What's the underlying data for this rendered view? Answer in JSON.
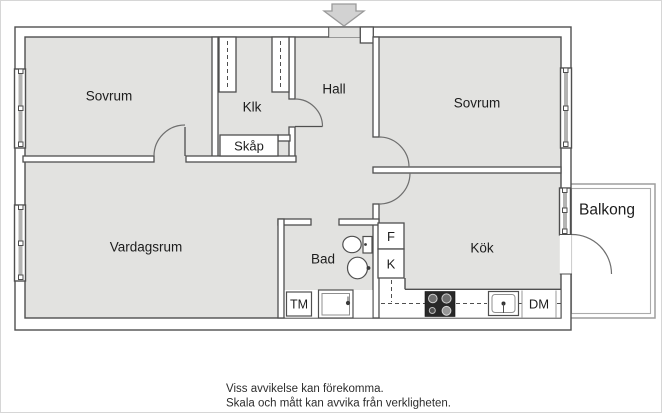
{
  "floorplan": {
    "rooms": {
      "sovrum_left": "Sovrum",
      "klk": "Klk",
      "hall": "Hall",
      "sovrum_right": "Sovrum",
      "skap": "Skåp",
      "vardagsrum": "Vardagsrum",
      "bad": "Bad",
      "kok": "Kök",
      "balkong": "Balkong"
    },
    "appliances": {
      "freezer": "F",
      "fridge": "K",
      "washing_machine": "TM",
      "dishwasher": "DM"
    },
    "disclaimer": [
      "Viss avvikelse kan förekomma.",
      "Skala och mått kan avvika från verkligheten."
    ],
    "colors": {
      "floor": "#e2e2e0",
      "wall": "#4f4f4f",
      "balcony_border": "#9e9e9e",
      "entrance_arrow": "#d2d2d2"
    }
  }
}
